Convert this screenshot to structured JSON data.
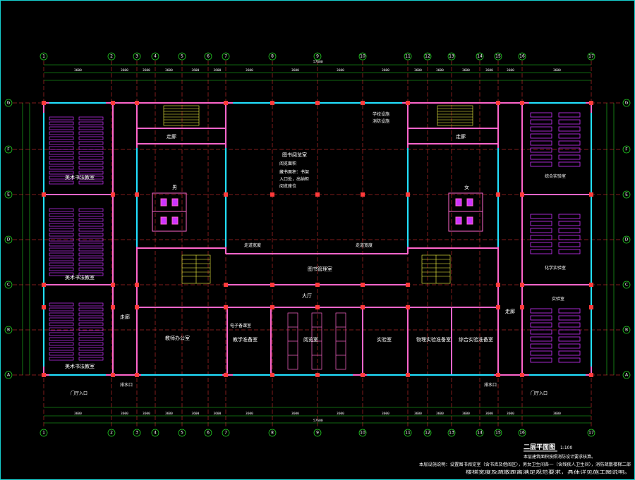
{
  "axes_columns": [
    "1",
    "2",
    "3",
    "4",
    "5",
    "6",
    "7",
    "8",
    "9",
    "10",
    "11",
    "12",
    "13",
    "14",
    "15",
    "16",
    "17"
  ],
  "axes_rows": [
    "G",
    "F",
    "E",
    "D",
    "C",
    "B",
    "A"
  ],
  "rooms": {
    "music_top": "美术书法教室",
    "music_mid": "美术书法教室",
    "music_bottom": "美术书法教室",
    "reading_room": "图书阅览室",
    "reading_area": "阅览面积",
    "reading_note1": "藏书面积：书架",
    "reading_note2": "入口处，出纳柜",
    "reading_note3": "阅览座位",
    "corridor_top_left": "走廊",
    "corridor_top_right": "走廊",
    "corridor_left": "走廊",
    "corridor_right": "走廊",
    "hall": "大厅",
    "lobby_center": "图书管理室",
    "wc_male": "男",
    "wc_female": "女",
    "office_left_1": "教师办公室",
    "office_left_2": "教学准备室",
    "office_mid_1": "电子备课室",
    "office_mid_2": "阅览室",
    "office_right_1": "物理实验准备室",
    "office_right_2": "综合实验准备室",
    "office_right_3": "实验室",
    "lab_right_top": "综合实验室",
    "lab_right_mid": "化学实验室",
    "lab_right_bot": "实验室",
    "drain_left": "排水口",
    "drain_right": "排水口",
    "entrance_left": "门厅入口",
    "entrance_right": "门厅入口",
    "corridor_label_left": "走道宽度",
    "corridor_label_right": "走道宽度",
    "note_top": "学校设施",
    "note_top2": "消防设施"
  },
  "dims": {
    "total": "57600",
    "top_segments": [
      "3600",
      "3600",
      "3600",
      "3600",
      "3600",
      "3600",
      "3600",
      "3600",
      "3600",
      "3600",
      "3600",
      "3600",
      "3600",
      "3600",
      "3600",
      "3600"
    ],
    "bottom_segments": [
      "3600",
      "3600",
      "3600",
      "3600",
      "3600",
      "3600",
      "3600",
      "3600",
      "3600",
      "3600",
      "3600",
      "3600",
      "3600",
      "3600",
      "3600",
      "3600"
    ]
  },
  "title": "二层平面图",
  "title_scale": "1:100",
  "note_line1": "本层建筑面积按照消防设计要求核算。",
  "note_line2": "本层设施说明：设置图书阅览室（含书库及借阅区），男女卫生间各一（含残疾人卫生间），消防疏散楼梯二部",
  "note_line3": "楼梯宽度及疏散距离满足规范要求，具体详见施工图说明。",
  "colors": {
    "frame": "#16d0d0",
    "axis": "#22cc22",
    "wall": "#ff3a3a",
    "wall2": "#ff66cc",
    "glass": "#22e0ff",
    "stair": "#ffff44",
    "furniture": "#cc33ff",
    "dim": "#22cc22"
  }
}
